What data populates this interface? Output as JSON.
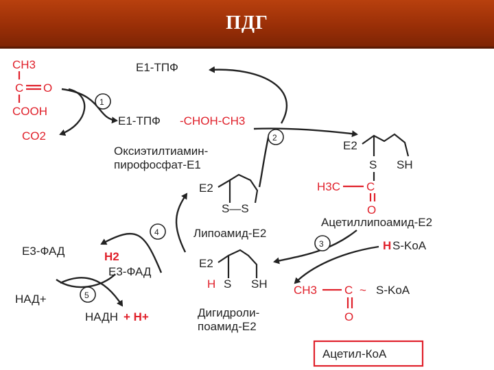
{
  "header": {
    "title": "ПДГ"
  },
  "pyruvate": {
    "ch3": "CH3",
    "c": "C",
    "o": "O",
    "cooh": "COOH",
    "co2": "CO2"
  },
  "steps": [
    "1",
    "2",
    "3",
    "4",
    "5"
  ],
  "e1": {
    "e1_tpf": "E1-ТПФ",
    "e1_tpf_chon": "E1-ТПФ",
    "chon": "-CHOH-CH3",
    "name_line1": "Оксиэтилтиамин-",
    "name_line2": "пирофосфат-E1"
  },
  "acetyllipo": {
    "e2": "E2",
    "s": "S",
    "sh": "SH",
    "h3c": "H3C",
    "c": "C",
    "o": "O",
    "name": "Ацетиллипоамид-E2"
  },
  "lipoamide": {
    "e2": "E2",
    "ss": "S—S",
    "name": "Липоамид-E2"
  },
  "fad": {
    "e3_fadh2": "E3-ФАД",
    "h2": "H2",
    "e3_fad": "E3-ФАД"
  },
  "nad": {
    "nad": "НАД+",
    "nadh": "НАДН",
    "plus_h": "+ H+"
  },
  "dihydro": {
    "e2": "E2",
    "hs": "H",
    "s1": "S",
    "sh": "SH",
    "name_line1": "Дигидроли-",
    "name_line2": "поамид-E2"
  },
  "coa": {
    "hs_coa_h": "H",
    "hs_coa": "S-KoA",
    "ch3": "CH3",
    "c": "C",
    "tilde": "~",
    "s_coa": "S-KoA",
    "o": "O",
    "product": "Ацетил-КоА"
  }
}
